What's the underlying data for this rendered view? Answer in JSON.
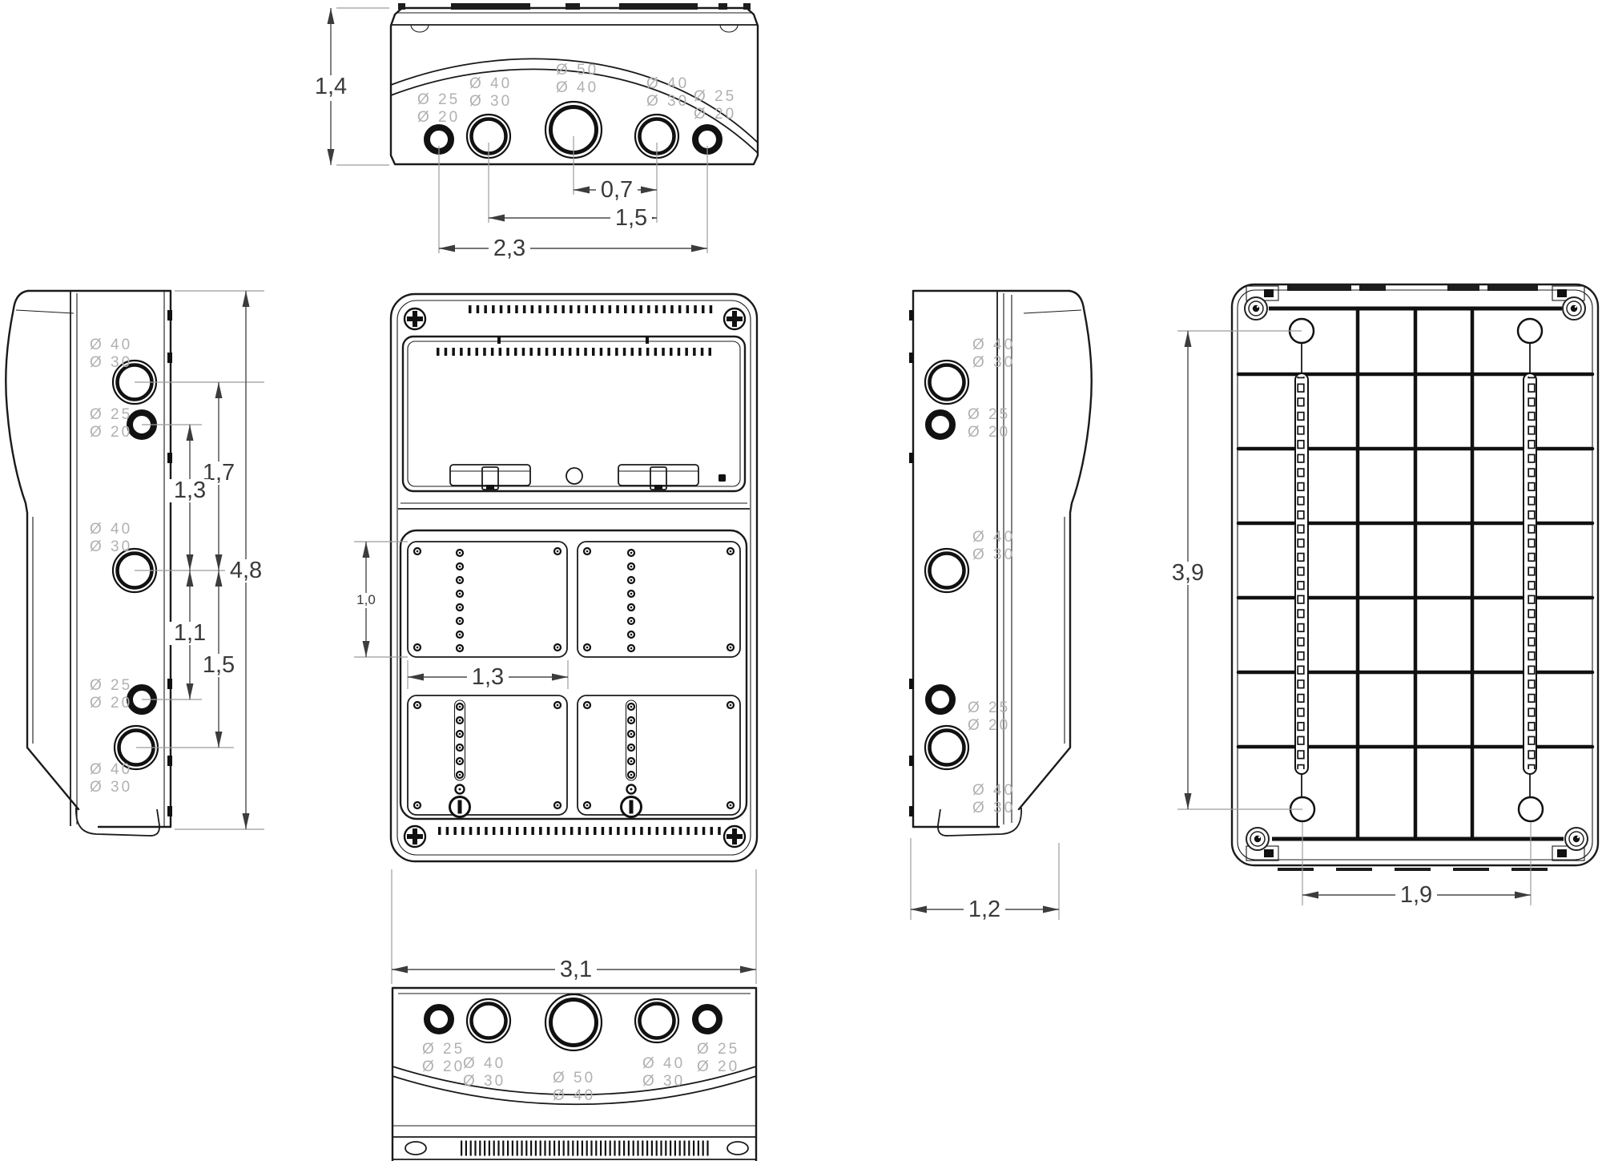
{
  "knockout_labels": {
    "dia25": "Ø 25",
    "dia20": "Ø 20",
    "dia40": "Ø 40",
    "dia30": "Ø 30",
    "dia50": "Ø 50"
  },
  "dimensions": {
    "top": {
      "height": "1,4",
      "center_spacing": "0,7",
      "mid_spacing": "1,5",
      "outer_spacing": "2,3"
    },
    "left": {
      "top_to_mid": "1,7",
      "small_to_mid": "1,3",
      "overall_height": "4,8",
      "mid_to_small": "1,1",
      "mid_to_bottom": "1,5"
    },
    "front": {
      "panel_height": "1,0",
      "panel_width": "1,3",
      "overall_width": "3,1"
    },
    "right": {
      "depth": "1,2"
    },
    "back": {
      "mount_spacing_v": "3,9",
      "mount_spacing_h": "1,9"
    }
  }
}
